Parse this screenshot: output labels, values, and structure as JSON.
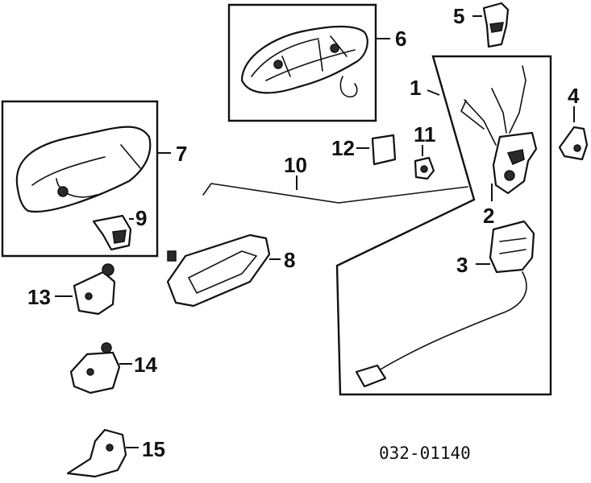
{
  "diagram": {
    "part_numbers": [
      "1",
      "2",
      "3",
      "4",
      "5",
      "6",
      "7",
      "8",
      "9",
      "10",
      "11",
      "12",
      "13",
      "14",
      "15"
    ],
    "reference_code": "032-01140"
  }
}
